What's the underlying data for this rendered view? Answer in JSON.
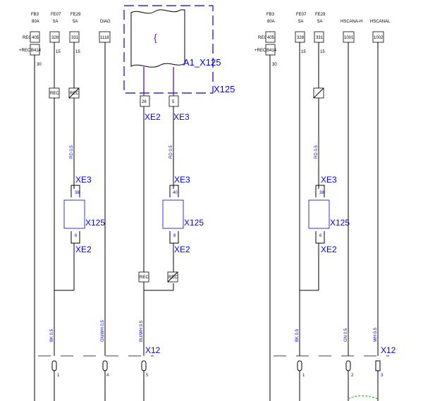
{
  "diagram": {
    "left_fuse_header": {
      "f1_name": "FB3",
      "f1_rating": "80A",
      "f2_name": "FE07",
      "f2_rating": "5A",
      "f3_name": "FE29",
      "f3_rating": "5A",
      "diag_label": "DIAG",
      "rec_label": "REC",
      "rec_code": "405",
      "plus_rec_label": "+REC",
      "plus_rec_code": "B414",
      "bus_30": "30",
      "bus_15a": "15",
      "bus_15b": "15",
      "f2_code": "328",
      "f3_code": "331",
      "diag_code": "1118"
    },
    "right_fuse_header": {
      "f1_name": "FB3",
      "f1_rating": "80A",
      "f2_name": "FE07",
      "f2_rating": "5A",
      "f3_name": "FE29",
      "f3_rating": "5A",
      "can_h_label": "HSCANA-H",
      "can_l_label": "HSCANAL",
      "rec_label": "REC",
      "rec_code": "405",
      "plus_rec_label": "+REC",
      "plus_rec_code": "B414",
      "bus_30": "30",
      "bus_15a": "15",
      "bus_15b": "15",
      "f2_code": "328",
      "f3_code": "331",
      "can_h_code": "1001",
      "can_l_code": "1002"
    },
    "module": {
      "name": "A1_X125",
      "frame_connector": "X125",
      "pin_a": "26",
      "pin_b": "5",
      "conn_a": "XE2",
      "conn_b": "XE3",
      "symbol": "{"
    },
    "splices": {
      "label": "REC"
    },
    "inline_connectors": {
      "upper": "XE3",
      "middle": "X125",
      "lower": "XE2",
      "left_pin_top": "38",
      "left_pin_bottom": "6",
      "mid_pin_top": "40",
      "mid_pin_bottom": "8",
      "right_pin_top": "38",
      "right_pin_bottom": "6"
    },
    "wires": {
      "rd_left": "RD 0.5",
      "rd_mid": "RD 0.5",
      "rd_right": "RD 0.5",
      "bk_left": "BK 0.5",
      "gn_wh": "GN/WH 0.5",
      "bu_wh": "BU/WH 0.5",
      "bk_right": "BK 0.5",
      "gn": "GN 0.5",
      "wh": "WH 0.5"
    },
    "bottom_connector": {
      "label_left": "X12",
      "label_right": "X12",
      "pin1": "1",
      "pin4": "4",
      "pin5": "5",
      "pin1b": "1",
      "pin2": "2",
      "pin3": "3"
    }
  }
}
